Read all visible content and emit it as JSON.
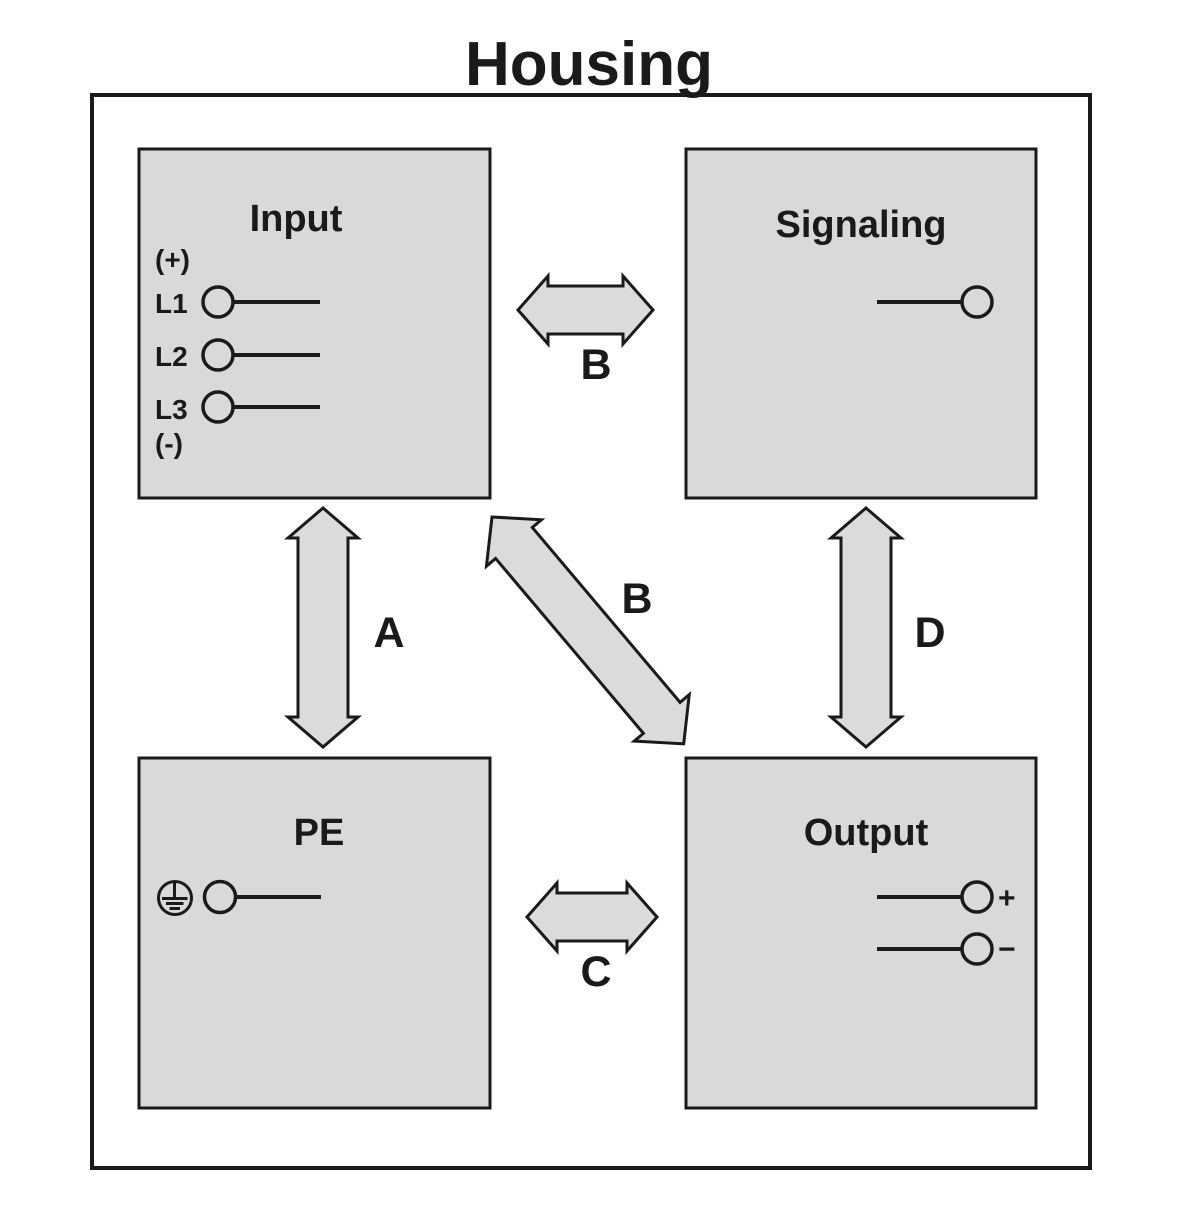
{
  "title": "Housing",
  "boxes": {
    "input": {
      "label": "Input",
      "terminals": {
        "plus": "(+)",
        "l1": "L1",
        "l2": "L2",
        "l3": "L3",
        "minus": "(-)"
      }
    },
    "signaling": {
      "label": "Signaling"
    },
    "pe": {
      "label": "PE"
    },
    "output": {
      "label": "Output",
      "terminals": {
        "plus": "+",
        "minus": "−"
      }
    }
  },
  "arrows": {
    "a": {
      "label": "A",
      "connects": "Input ↔ PE",
      "orientation": "vertical"
    },
    "b_top": {
      "label": "B",
      "connects": "Input ↔ Signaling",
      "orientation": "horizontal"
    },
    "b_diagonal": {
      "label": "B",
      "connects": "Input ↔ Output",
      "orientation": "diagonal"
    },
    "c": {
      "label": "C",
      "connects": "PE ↔ Output",
      "orientation": "horizontal"
    },
    "d": {
      "label": "D",
      "connects": "Signaling ↔ Output",
      "orientation": "vertical"
    }
  },
  "colors": {
    "background": "#ffffff",
    "box_fill": "#d9d9d9",
    "arrow_fill": "#dbdbdb",
    "stroke": "#1a1a1a"
  }
}
